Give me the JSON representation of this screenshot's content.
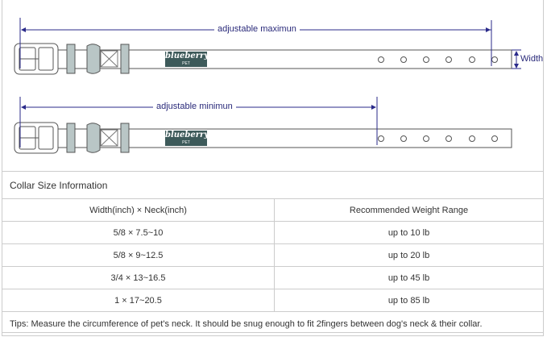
{
  "diagram": {
    "max_label": "adjustable maximun",
    "min_label": "adjustable minimun",
    "width_label": "Width",
    "brand": "blueberry",
    "brand_sub": "PET",
    "line_color": "#2a2a8a",
    "label_color": "#3d5a5a"
  },
  "table": {
    "title": "Collar Size Information",
    "headers": [
      "Width(inch)  ×  Neck(inch)",
      "Recommended Weight Range"
    ],
    "rows": [
      [
        "5/8 × 7.5~10",
        "up to 10 lb"
      ],
      [
        "5/8 × 9~12.5",
        "up to 20 lb"
      ],
      [
        "3/4 × 13~16.5",
        "up to 45 lb"
      ],
      [
        "1 × 17~20.5",
        "up to 85 lb"
      ]
    ],
    "tips": "Tips: Measure the circumference of pet's neck. It should be snug enough to fit 2fingers between dog's neck & their collar."
  }
}
